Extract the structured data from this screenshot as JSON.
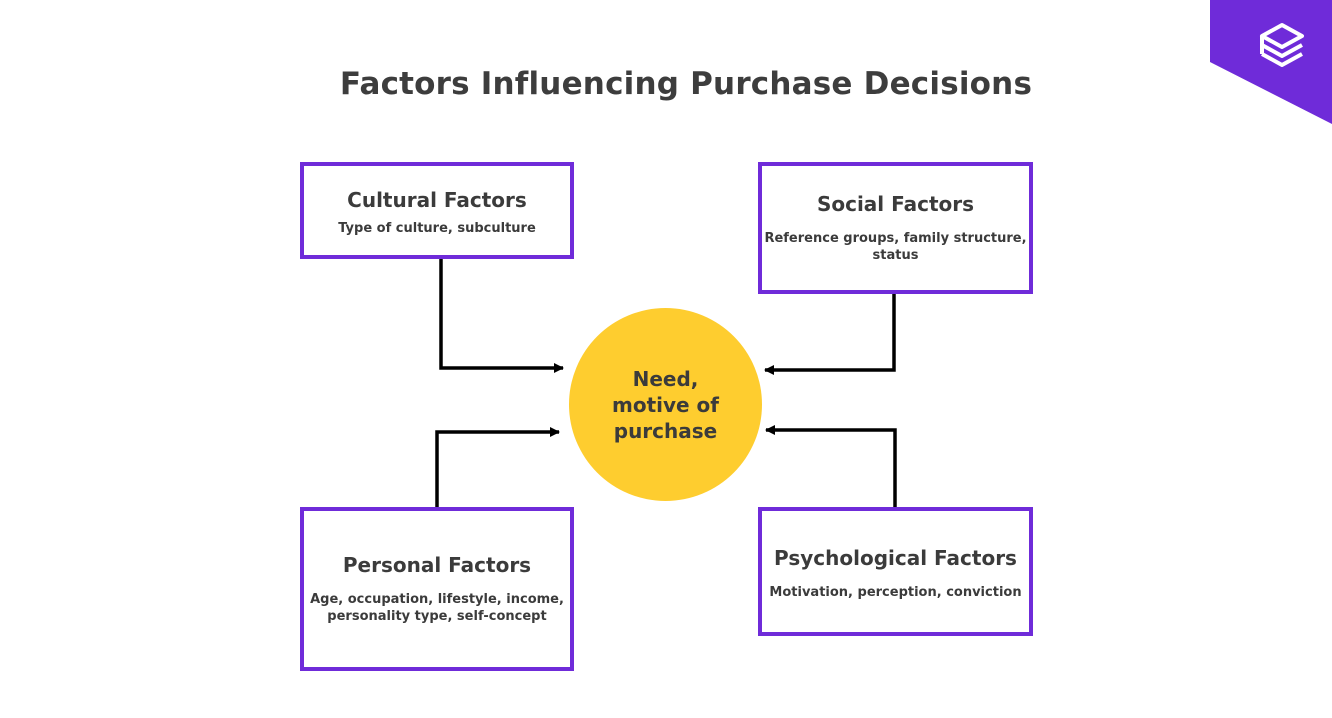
{
  "title": "Factors Influencing Purchase Decisions",
  "center": {
    "label": "Need, motive of purchase"
  },
  "boxes": {
    "cultural": {
      "title": "Cultural Factors",
      "description": "Type of culture, subculture"
    },
    "social": {
      "title": "Social Factors",
      "description": "Reference groups, family structure, status"
    },
    "personal": {
      "title": "Personal Factors",
      "description": "Age, occupation, lifestyle, income, personality type, self-concept"
    },
    "psychological": {
      "title": "Psychological Factors",
      "description": "Motivation, perception, conviction"
    }
  },
  "colors": {
    "box_border": "#6f2bd9",
    "center_fill": "#fecd2f",
    "corner_badge": "#6f2bd9",
    "arrow": "#000000"
  },
  "icons": {
    "corner_logo": "stacked-layers-logo-icon"
  }
}
